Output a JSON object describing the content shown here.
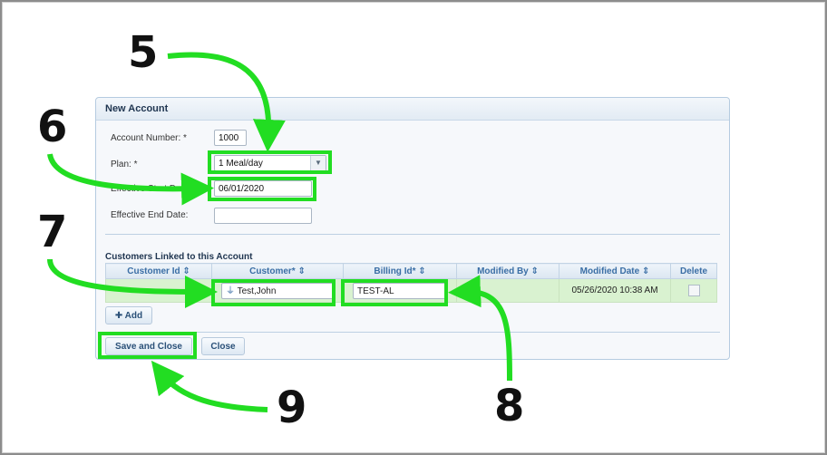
{
  "dialog": {
    "title": "New Account",
    "fields": {
      "account_number_label": "Account Number:  *",
      "account_number_value": "1000",
      "plan_label": "Plan:  *",
      "plan_value": "1 Meal/day",
      "start_label": "Effective Start Date:  *",
      "start_value": "06/01/2020",
      "end_label": "Effective End Date:",
      "end_value": ""
    },
    "customers_section_title": "Customers Linked to this Account",
    "table": {
      "columns": [
        "Customer Id",
        "Customer*",
        "Billing Id*",
        "Modified By",
        "Modified Date",
        "Delete"
      ],
      "rows": [
        {
          "customer_id": "",
          "customer": "Test,John",
          "billing_id": "TEST-AL",
          "modified_by": "",
          "modified_date": "05/26/2020 10:38 AM"
        }
      ]
    },
    "add_label": "Add",
    "save_label": "Save and Close",
    "close_label": "Close"
  },
  "callouts": [
    "5",
    "6",
    "7",
    "8",
    "9"
  ],
  "colors": {
    "highlight": "#22dd22",
    "row_bg": "#d9f2d0",
    "header_text": "#3a6ea5"
  }
}
